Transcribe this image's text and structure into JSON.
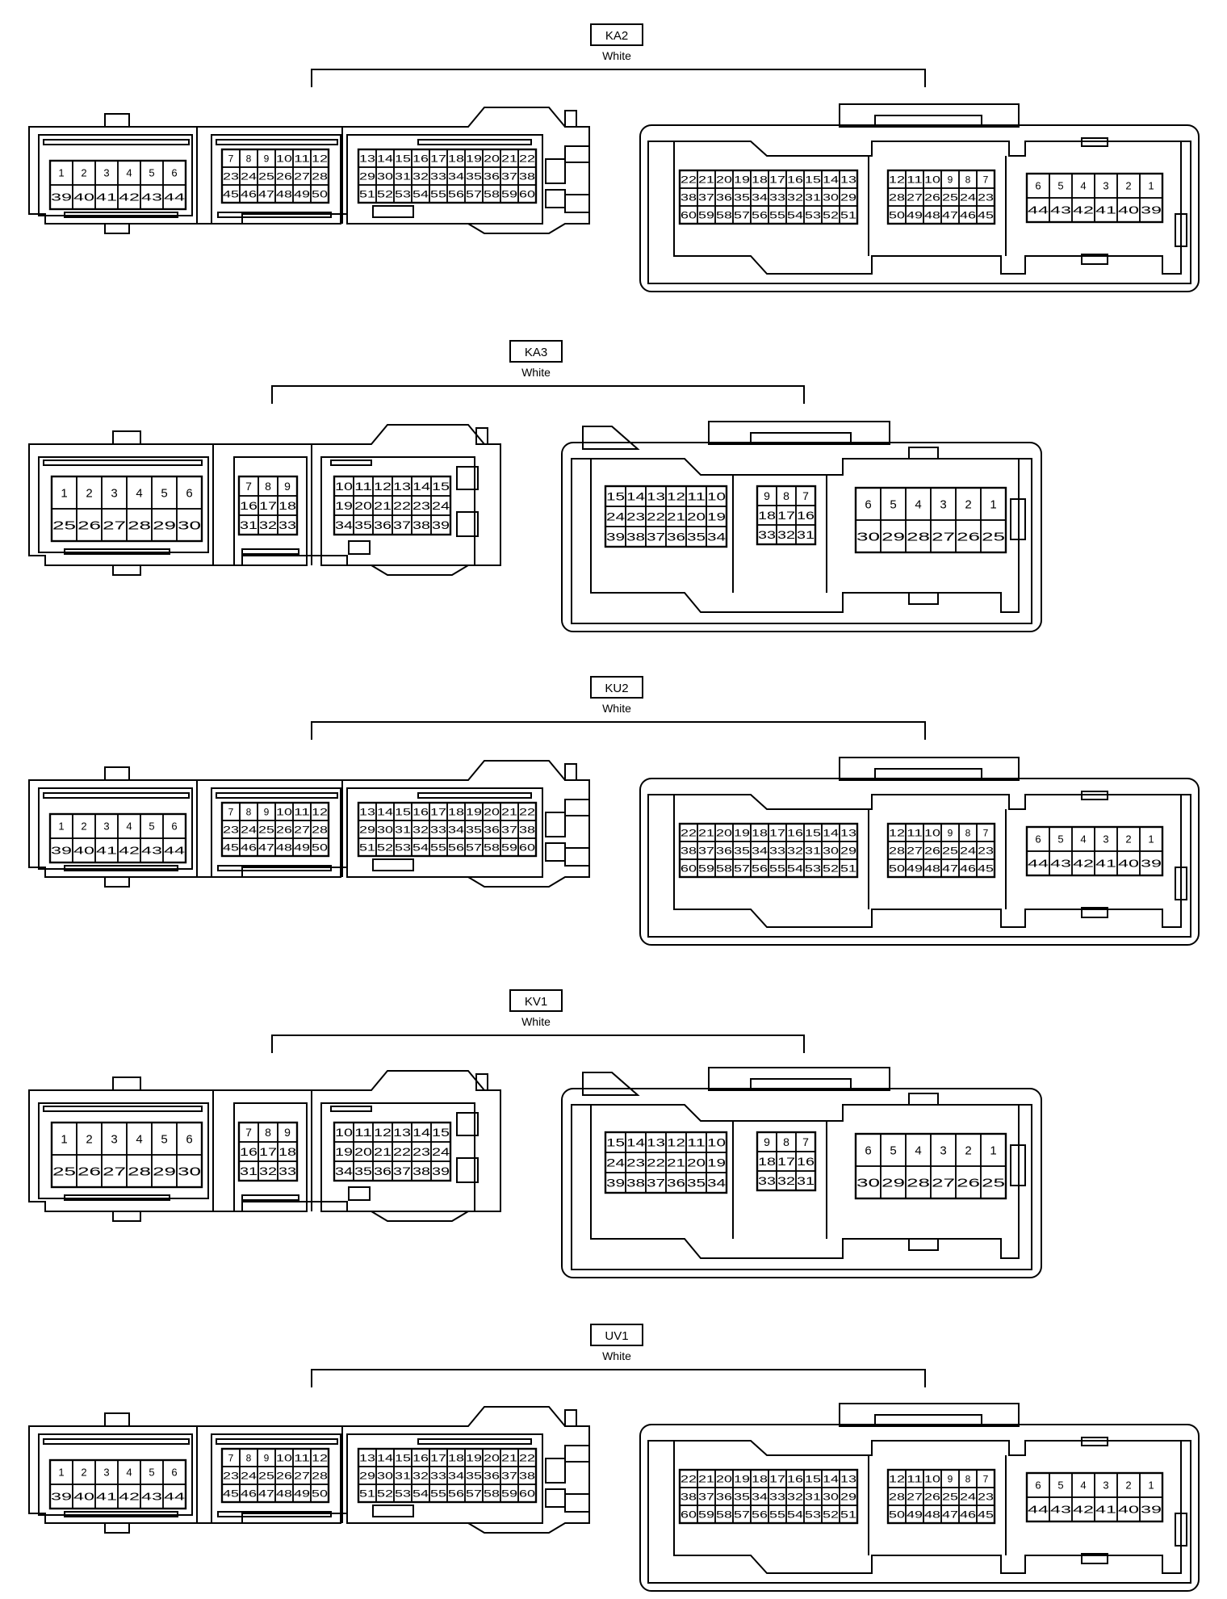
{
  "connectors": [
    {
      "code": "KA2",
      "color": "White",
      "male_blocks": [
        {
          "rows": [
            [
              "1",
              "2",
              "3",
              "4",
              "5",
              "6"
            ],
            [
              "39",
              "40",
              "41",
              "42",
              "43",
              "44"
            ]
          ]
        },
        {
          "rows": [
            [
              "7",
              "8",
              "9",
              "10",
              "11",
              "12"
            ],
            [
              "23",
              "24",
              "25",
              "26",
              "27",
              "28"
            ],
            [
              "45",
              "46",
              "47",
              "48",
              "49",
              "50"
            ]
          ]
        },
        {
          "rows": [
            [
              "13",
              "14",
              "15",
              "16",
              "17",
              "18",
              "19",
              "20",
              "21",
              "22"
            ],
            [
              "29",
              "30",
              "31",
              "32",
              "33",
              "34",
              "35",
              "36",
              "37",
              "38"
            ],
            [
              "51",
              "52",
              "53",
              "54",
              "55",
              "56",
              "57",
              "58",
              "59",
              "60"
            ]
          ]
        }
      ],
      "female_blocks": [
        {
          "rows": [
            [
              "22",
              "21",
              "20",
              "19",
              "18",
              "17",
              "16",
              "15",
              "14",
              "13"
            ],
            [
              "38",
              "37",
              "36",
              "35",
              "34",
              "33",
              "32",
              "31",
              "30",
              "29"
            ],
            [
              "60",
              "59",
              "58",
              "57",
              "56",
              "55",
              "54",
              "53",
              "52",
              "51"
            ]
          ]
        },
        {
          "rows": [
            [
              "12",
              "11",
              "10",
              "9",
              "8",
              "7"
            ],
            [
              "28",
              "27",
              "26",
              "25",
              "24",
              "23"
            ],
            [
              "50",
              "49",
              "48",
              "47",
              "46",
              "45"
            ]
          ]
        },
        {
          "rows": [
            [
              "6",
              "5",
              "4",
              "3",
              "2",
              "1"
            ],
            [
              "44",
              "43",
              "42",
              "41",
              "40",
              "39"
            ]
          ]
        }
      ]
    },
    {
      "code": "KA3",
      "color": "White",
      "male_blocks": [
        {
          "rows": [
            [
              "1",
              "2",
              "3",
              "4",
              "5",
              "6"
            ],
            [
              "25",
              "26",
              "27",
              "28",
              "29",
              "30"
            ]
          ]
        },
        {
          "rows": [
            [
              "7",
              "8",
              "9"
            ],
            [
              "16",
              "17",
              "18"
            ],
            [
              "31",
              "32",
              "33"
            ]
          ]
        },
        {
          "rows": [
            [
              "10",
              "11",
              "12",
              "13",
              "14",
              "15"
            ],
            [
              "19",
              "20",
              "21",
              "22",
              "23",
              "24"
            ],
            [
              "34",
              "35",
              "36",
              "37",
              "38",
              "39"
            ]
          ]
        }
      ],
      "female_blocks": [
        {
          "rows": [
            [
              "15",
              "14",
              "13",
              "12",
              "11",
              "10"
            ],
            [
              "24",
              "23",
              "22",
              "21",
              "20",
              "19"
            ],
            [
              "39",
              "38",
              "37",
              "36",
              "35",
              "34"
            ]
          ]
        },
        {
          "rows": [
            [
              "9",
              "8",
              "7"
            ],
            [
              "18",
              "17",
              "16"
            ],
            [
              "33",
              "32",
              "31"
            ]
          ]
        },
        {
          "rows": [
            [
              "6",
              "5",
              "4",
              "3",
              "2",
              "1"
            ],
            [
              "30",
              "29",
              "28",
              "27",
              "26",
              "25"
            ]
          ]
        }
      ]
    },
    {
      "code": "KU2",
      "color": "White",
      "male_blocks": [
        {
          "rows": [
            [
              "1",
              "2",
              "3",
              "4",
              "5",
              "6"
            ],
            [
              "39",
              "40",
              "41",
              "42",
              "43",
              "44"
            ]
          ]
        },
        {
          "rows": [
            [
              "7",
              "8",
              "9",
              "10",
              "11",
              "12"
            ],
            [
              "23",
              "24",
              "25",
              "26",
              "27",
              "28"
            ],
            [
              "45",
              "46",
              "47",
              "48",
              "49",
              "50"
            ]
          ]
        },
        {
          "rows": [
            [
              "13",
              "14",
              "15",
              "16",
              "17",
              "18",
              "19",
              "20",
              "21",
              "22"
            ],
            [
              "29",
              "30",
              "31",
              "32",
              "33",
              "34",
              "35",
              "36",
              "37",
              "38"
            ],
            [
              "51",
              "52",
              "53",
              "54",
              "55",
              "56",
              "57",
              "58",
              "59",
              "60"
            ]
          ]
        }
      ],
      "female_blocks": [
        {
          "rows": [
            [
              "22",
              "21",
              "20",
              "19",
              "18",
              "17",
              "16",
              "15",
              "14",
              "13"
            ],
            [
              "38",
              "37",
              "36",
              "35",
              "34",
              "33",
              "32",
              "31",
              "30",
              "29"
            ],
            [
              "60",
              "59",
              "58",
              "57",
              "56",
              "55",
              "54",
              "53",
              "52",
              "51"
            ]
          ]
        },
        {
          "rows": [
            [
              "12",
              "11",
              "10",
              "9",
              "8",
              "7"
            ],
            [
              "28",
              "27",
              "26",
              "25",
              "24",
              "23"
            ],
            [
              "50",
              "49",
              "48",
              "47",
              "46",
              "45"
            ]
          ]
        },
        {
          "rows": [
            [
              "6",
              "5",
              "4",
              "3",
              "2",
              "1"
            ],
            [
              "44",
              "43",
              "42",
              "41",
              "40",
              "39"
            ]
          ]
        }
      ]
    },
    {
      "code": "KV1",
      "color": "White",
      "male_blocks": [
        {
          "rows": [
            [
              "1",
              "2",
              "3",
              "4",
              "5",
              "6"
            ],
            [
              "25",
              "26",
              "27",
              "28",
              "29",
              "30"
            ]
          ]
        },
        {
          "rows": [
            [
              "7",
              "8",
              "9"
            ],
            [
              "16",
              "17",
              "18"
            ],
            [
              "31",
              "32",
              "33"
            ]
          ]
        },
        {
          "rows": [
            [
              "10",
              "11",
              "12",
              "13",
              "14",
              "15"
            ],
            [
              "19",
              "20",
              "21",
              "22",
              "23",
              "24"
            ],
            [
              "34",
              "35",
              "36",
              "37",
              "38",
              "39"
            ]
          ]
        }
      ],
      "female_blocks": [
        {
          "rows": [
            [
              "15",
              "14",
              "13",
              "12",
              "11",
              "10"
            ],
            [
              "24",
              "23",
              "22",
              "21",
              "20",
              "19"
            ],
            [
              "39",
              "38",
              "37",
              "36",
              "35",
              "34"
            ]
          ]
        },
        {
          "rows": [
            [
              "9",
              "8",
              "7"
            ],
            [
              "18",
              "17",
              "16"
            ],
            [
              "33",
              "32",
              "31"
            ]
          ]
        },
        {
          "rows": [
            [
              "6",
              "5",
              "4",
              "3",
              "2",
              "1"
            ],
            [
              "30",
              "29",
              "28",
              "27",
              "26",
              "25"
            ]
          ]
        }
      ]
    },
    {
      "code": "UV1",
      "color": "White",
      "male_blocks": [
        {
          "rows": [
            [
              "1",
              "2",
              "3",
              "4",
              "5",
              "6"
            ],
            [
              "39",
              "40",
              "41",
              "42",
              "43",
              "44"
            ]
          ]
        },
        {
          "rows": [
            [
              "7",
              "8",
              "9",
              "10",
              "11",
              "12"
            ],
            [
              "23",
              "24",
              "25",
              "26",
              "27",
              "28"
            ],
            [
              "45",
              "46",
              "47",
              "48",
              "49",
              "50"
            ]
          ]
        },
        {
          "rows": [
            [
              "13",
              "14",
              "15",
              "16",
              "17",
              "18",
              "19",
              "20",
              "21",
              "22"
            ],
            [
              "29",
              "30",
              "31",
              "32",
              "33",
              "34",
              "35",
              "36",
              "37",
              "38"
            ],
            [
              "51",
              "52",
              "53",
              "54",
              "55",
              "56",
              "57",
              "58",
              "59",
              "60"
            ]
          ]
        }
      ],
      "female_blocks": [
        {
          "rows": [
            [
              "22",
              "21",
              "20",
              "19",
              "18",
              "17",
              "16",
              "15",
              "14",
              "13"
            ],
            [
              "38",
              "37",
              "36",
              "35",
              "34",
              "33",
              "32",
              "31",
              "30",
              "29"
            ],
            [
              "60",
              "59",
              "58",
              "57",
              "56",
              "55",
              "54",
              "53",
              "52",
              "51"
            ]
          ]
        },
        {
          "rows": [
            [
              "12",
              "11",
              "10",
              "9",
              "8",
              "7"
            ],
            [
              "28",
              "27",
              "26",
              "25",
              "24",
              "23"
            ],
            [
              "50",
              "49",
              "48",
              "47",
              "46",
              "45"
            ]
          ]
        },
        {
          "rows": [
            [
              "6",
              "5",
              "4",
              "3",
              "2",
              "1"
            ],
            [
              "44",
              "43",
              "42",
              "41",
              "40",
              "39"
            ]
          ]
        }
      ]
    }
  ]
}
